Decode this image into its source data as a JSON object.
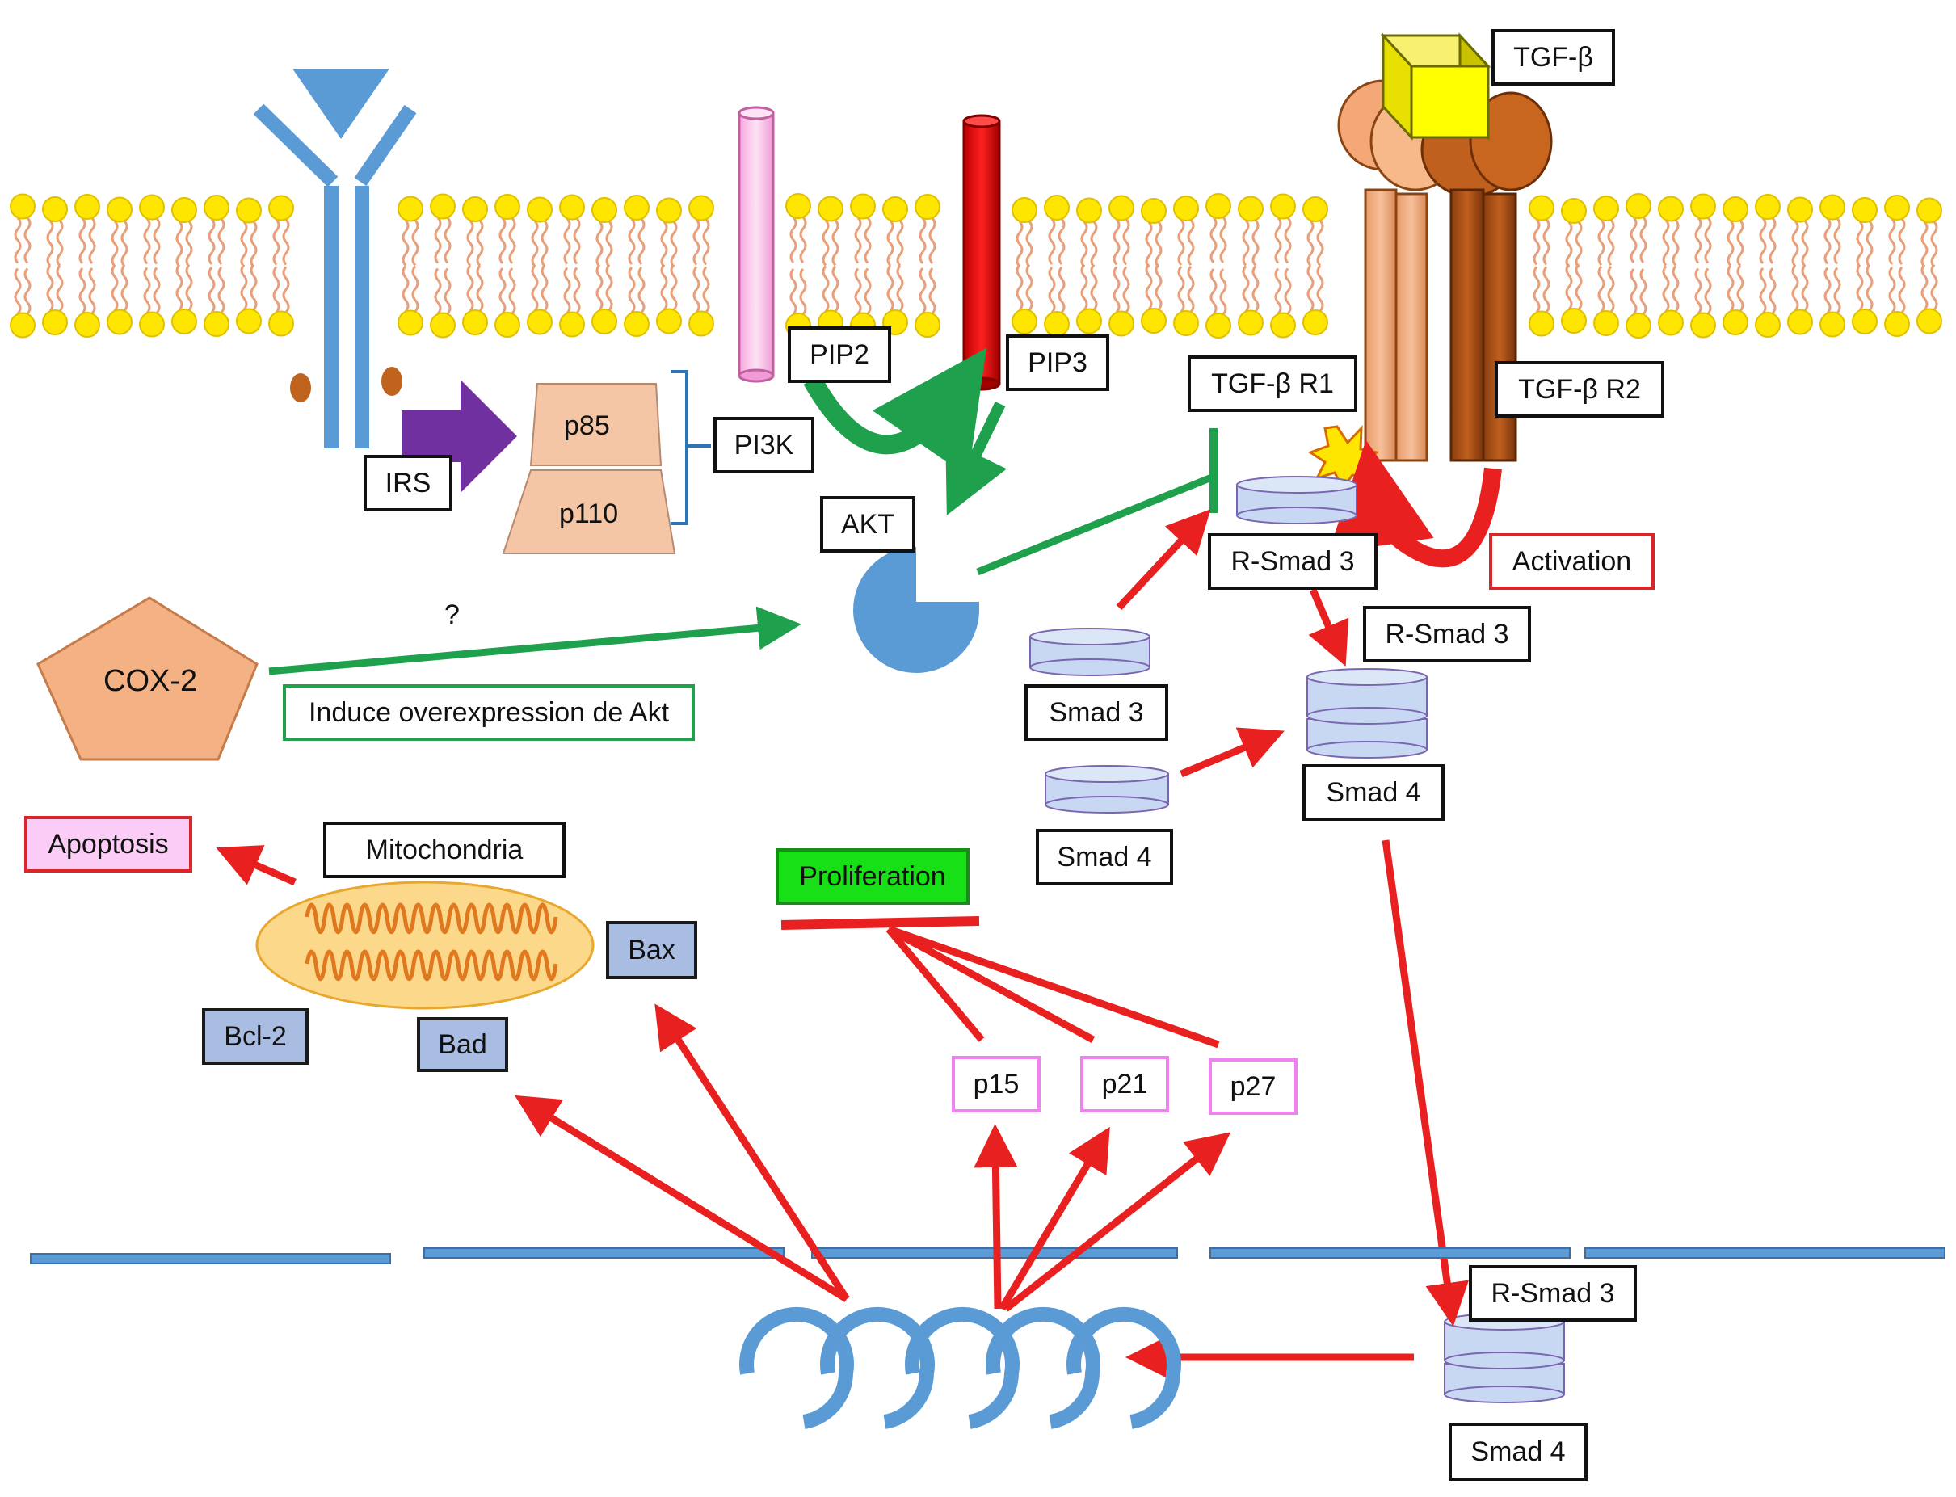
{
  "labels": {
    "tgf_beta": "TGF-β",
    "pip2": "PIP2",
    "pip3": "PIP3",
    "tgf_r1": "TGF-β R1",
    "tgf_r2": "TGF-β R2",
    "irs": "IRS",
    "p85": "p85",
    "p110": "p110",
    "pi3k": "PI3K",
    "akt": "AKT",
    "r_smad3_top": "R-Smad 3",
    "activation": "Activation",
    "question": "?",
    "cox2": "COX-2",
    "induce": "Induce overexpression  de Akt",
    "r_smad3_mid": "R-Smad 3",
    "smad3": "Smad 3",
    "smad4_complex": "Smad 4",
    "smad4_free": "Smad 4",
    "apoptosis": "Apoptosis",
    "mitochondria": "Mitochondria",
    "proliferation": "Proliferation",
    "bax": "Bax",
    "bcl2": "Bcl-2",
    "bad": "Bad",
    "p15": "p15",
    "p21": "p21",
    "p27": "p27",
    "r_smad3_nuc": "R-Smad 3",
    "smad4_nuc": "Smad 4"
  },
  "colors": {
    "lipid_head": "#ffe600",
    "lipid_tail": "#e8a07a",
    "receptor_blue": "#5b9bd5",
    "activation_red": "#e8201f",
    "inhibition_green": "#1fa04c",
    "irs_arrow": "#7030a0",
    "pi3k_fill": "#f4c6a5",
    "smad_fill": "#c8d8f2"
  }
}
